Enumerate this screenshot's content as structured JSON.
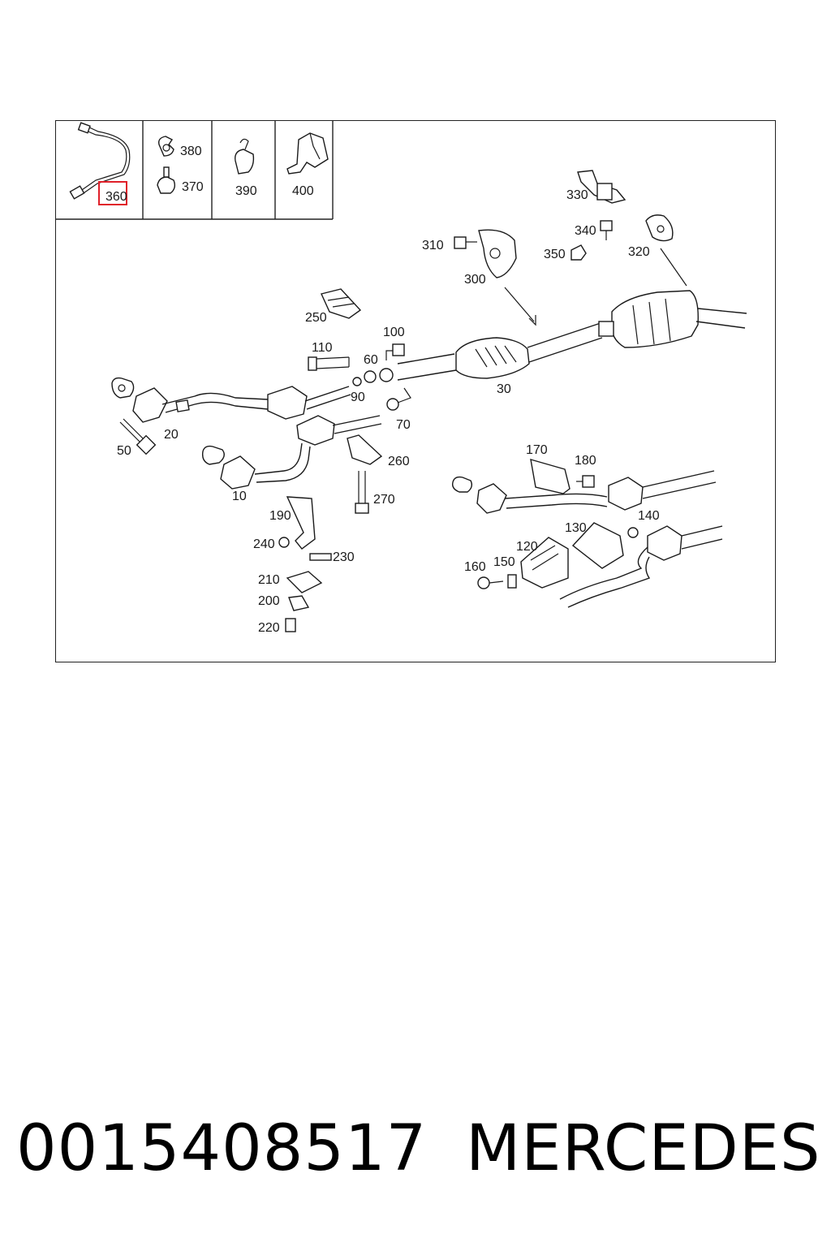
{
  "diagram": {
    "highlighted_part": "360",
    "highlight_color": "#e0202a",
    "inset_labels": [
      "360",
      "380",
      "370",
      "390",
      "400"
    ],
    "callouts": {
      "p10": "10",
      "p20": "20",
      "p30": "30",
      "p50": "50",
      "p60": "60",
      "p70": "70",
      "p90": "90",
      "p100": "100",
      "p110": "110",
      "p120": "120",
      "p130": "130",
      "p140": "140",
      "p150": "150",
      "p160": "160",
      "p170": "170",
      "p180": "180",
      "p190": "190",
      "p200": "200",
      "p210": "210",
      "p220": "220",
      "p230": "230",
      "p240": "240",
      "p250": "250",
      "p260": "260",
      "p270": "270",
      "p300": "300",
      "p310": "310",
      "p320": "320",
      "p330": "330",
      "p340": "340",
      "p350": "350"
    }
  },
  "footer": {
    "part_number": "0015408517",
    "brand": "MERCEDES"
  }
}
